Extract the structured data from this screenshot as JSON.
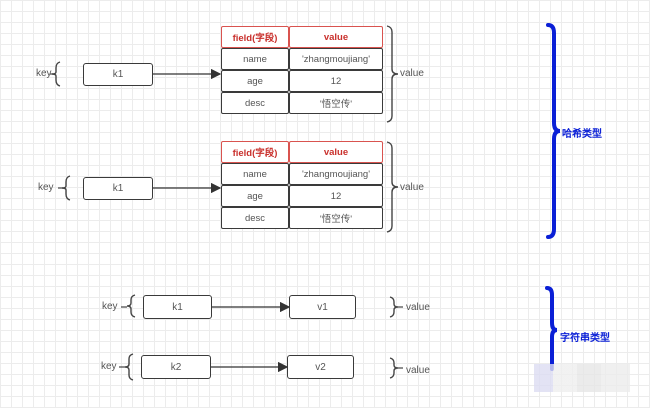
{
  "hash_groups": [
    {
      "key_label": "key",
      "key": "k1",
      "value_label": "value",
      "table": {
        "headers": [
          "field(字段)",
          "value"
        ],
        "rows": [
          [
            "name",
            "'zhangmoujiang'"
          ],
          [
            "age",
            "12"
          ],
          [
            "desc",
            "'悟空传'"
          ]
        ]
      }
    },
    {
      "key_label": "key",
      "key": "k1",
      "value_label": "value",
      "table": {
        "headers": [
          "field(字段)",
          "value"
        ],
        "rows": [
          [
            "name",
            "'zhangmoujiang'"
          ],
          [
            "age",
            "12"
          ],
          [
            "desc",
            "'悟空传'"
          ]
        ]
      }
    }
  ],
  "string_pairs": [
    {
      "key_label": "key",
      "key": "k1",
      "value": "v1",
      "value_label": "value"
    },
    {
      "key_label": "key",
      "key": "k2",
      "value": "v2",
      "value_label": "value"
    }
  ],
  "categories": {
    "hash": "哈希类型",
    "string": "字符串类型"
  },
  "colors": {
    "accent_blue": "#0a1fd6",
    "header_red": "#d9534f"
  }
}
